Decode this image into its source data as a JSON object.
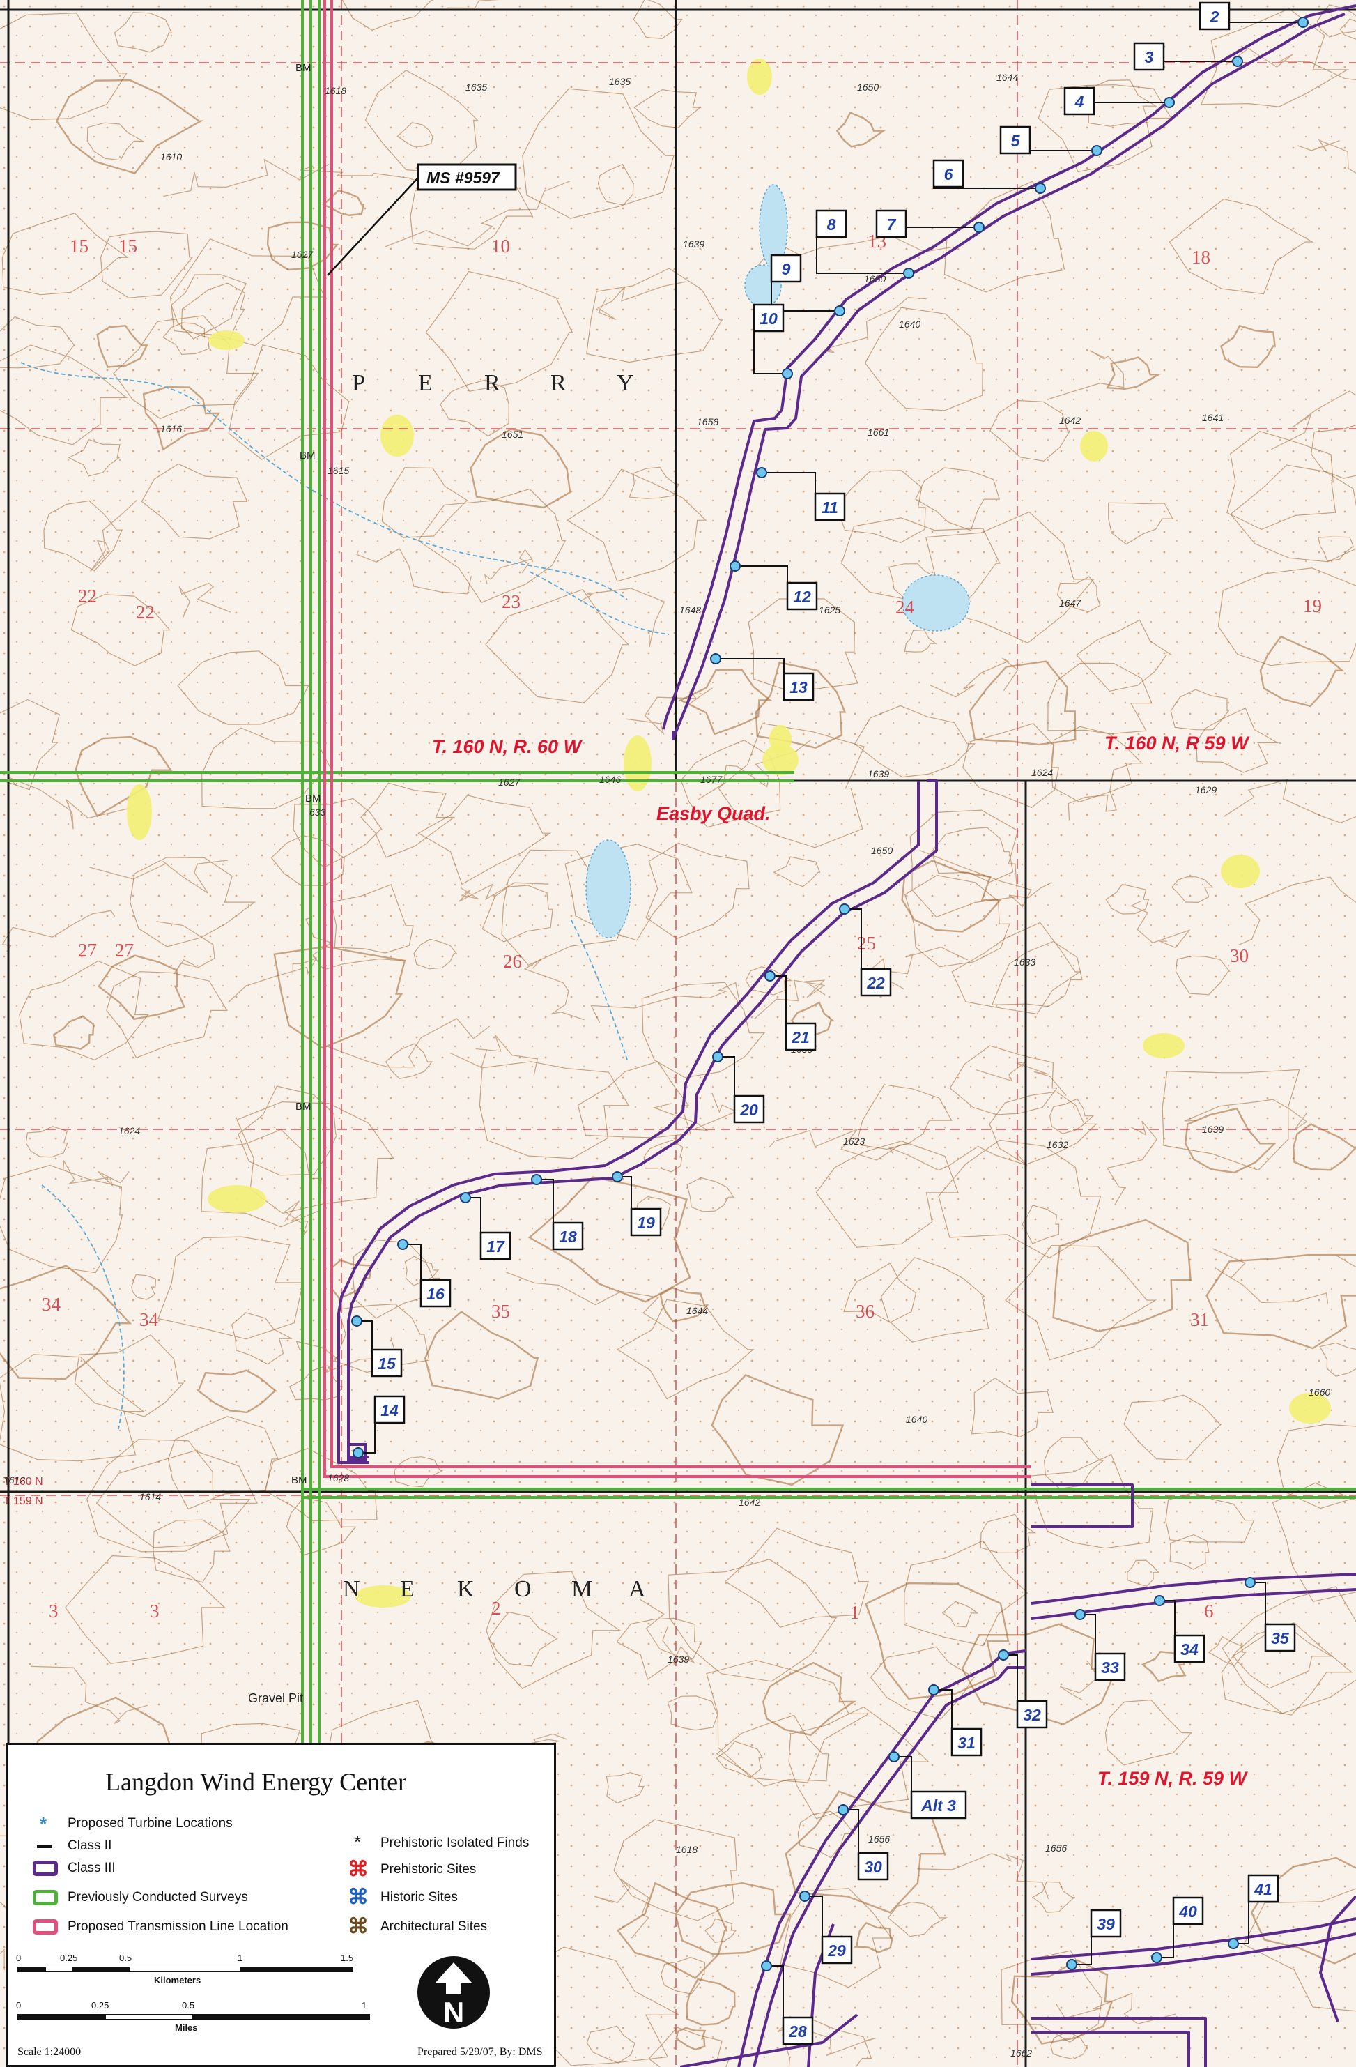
{
  "map": {
    "ms_label": "MS #9597",
    "township_labels": [
      {
        "text": "PERRY",
        "kind": "twp"
      },
      {
        "text": "NEKOMA",
        "kind": "twp"
      }
    ],
    "region_labels": [
      "T. 160 N, R. 60 W",
      "T. 160 N, R 59 W",
      "T. 159 N, R. 59 W"
    ],
    "quad_label": "Easby Quad.",
    "section_numbers": [
      "15",
      "15",
      "10",
      "13",
      "18",
      "22",
      "22",
      "23",
      "24",
      "19",
      "27",
      "27",
      "26",
      "25",
      "30",
      "34",
      "34",
      "35",
      "36",
      "31",
      "3",
      "3",
      "2",
      "1",
      "6"
    ],
    "elevations": [
      "1635",
      "1635",
      "1650",
      "1644",
      "1618",
      "1610",
      "1627",
      "1639",
      "1650",
      "1640",
      "1616",
      "1651",
      "1615",
      "1658",
      "1661",
      "1642",
      "1641",
      "1648",
      "1647",
      "1625",
      "1627",
      "1646",
      "1677",
      "1639",
      "1624",
      "1629",
      "633",
      "1650",
      "1635",
      "1633",
      "1623",
      "1632",
      "1639",
      "1644",
      "1640",
      "1660",
      "1628",
      "1642",
      "1639",
      "1656",
      "1656",
      "1618",
      "1662",
      "1624"
    ],
    "misc_labels": [
      "BM",
      "BM",
      "BM",
      "BM",
      "BM",
      "Gravel Pit",
      "T 160 N",
      "T 159 N",
      "1612",
      "1614"
    ],
    "turbines": [
      "2",
      "3",
      "4",
      "5",
      "6",
      "7",
      "8",
      "9",
      "10",
      "11",
      "12",
      "13",
      "14",
      "15",
      "16",
      "17",
      "18",
      "19",
      "20",
      "21",
      "22",
      "28",
      "29",
      "30",
      "Alt 3",
      "31",
      "32",
      "33",
      "34",
      "35",
      "39",
      "40",
      "41"
    ],
    "colors": {
      "class3": "#5b2a8c",
      "transmission": "#e0507a",
      "surveys": "#4fb03a",
      "section_red": "#d0343a",
      "contour": "#a0602a",
      "water": "#5aa8d8",
      "label_red": "#e0142c",
      "label_blue": "#1f3fa8"
    }
  },
  "legend": {
    "title": "Langdon Wind Energy Center",
    "items": [
      {
        "label": "Proposed Turbine Locations",
        "icon": "turbine-icon"
      },
      {
        "label": "Class II",
        "icon": "class-ii-icon"
      },
      {
        "label": "Class III",
        "icon": "class-iii-icon"
      },
      {
        "label": "Previously Conducted Surveys",
        "icon": "surveys-icon"
      },
      {
        "label": "Proposed Transmission Line Location",
        "icon": "transmission-icon"
      },
      {
        "label": "Prehistoric Isolated Finds",
        "icon": "isolated-find-icon"
      },
      {
        "label": "Prehistoric Sites",
        "icon": "prehistoric-site-icon"
      },
      {
        "label": "Historic Sites",
        "icon": "historic-site-icon"
      },
      {
        "label": "Architectural Sites",
        "icon": "architectural-site-icon"
      }
    ],
    "km_ticks": [
      "0",
      "0.25",
      "0.5",
      "1",
      "1.5"
    ],
    "km_caption": "Kilometers",
    "mi_ticks": [
      "0",
      "0.25",
      "0.5",
      "1"
    ],
    "mi_caption": "Miles",
    "scale": "Scale 1:24000",
    "prepared": "Prepared 5/29/07, By: DMS",
    "north_letter": "N"
  }
}
